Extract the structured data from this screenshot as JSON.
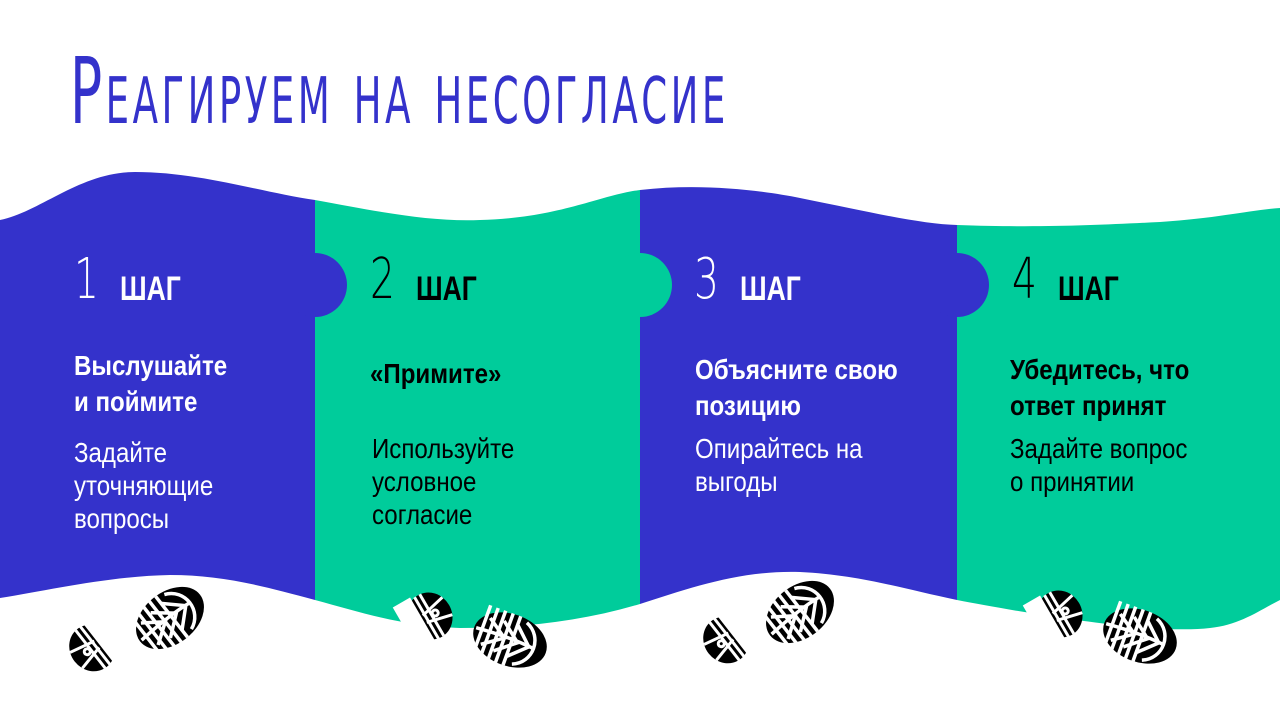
{
  "title": "Реагируем на несогласие",
  "colors": {
    "blue": "#3432cb",
    "green": "#00cc9b",
    "background": "#ffffff",
    "footprint": "#000000"
  },
  "steps": [
    {
      "number": "1",
      "word": "ШАГ",
      "panel_color": "blue",
      "heading_lines": [
        "Выслушайте",
        "и поймите"
      ],
      "body_lines": [
        "Задайте",
        "уточняющие",
        "вопросы"
      ]
    },
    {
      "number": "2",
      "word": "ШАГ",
      "panel_color": "green",
      "heading_lines": [
        "«Примите»"
      ],
      "body_lines": [
        "Используйте",
        "условное",
        "согласие"
      ]
    },
    {
      "number": "3",
      "word": "ШАГ",
      "panel_color": "blue",
      "heading_lines": [
        "Объясните свою",
        "позицию"
      ],
      "body_lines": [
        "Опирайтесь на",
        "выгоды"
      ]
    },
    {
      "number": "4",
      "word": "ШАГ",
      "panel_color": "green",
      "heading_lines": [
        "Убедитесь, что",
        "ответ принят"
      ],
      "body_lines": [
        "Задайте вопрос",
        "о принятии"
      ]
    }
  ],
  "icons": [
    "footprints-icon",
    "footprints-icon",
    "footprints-icon",
    "footprints-icon"
  ]
}
